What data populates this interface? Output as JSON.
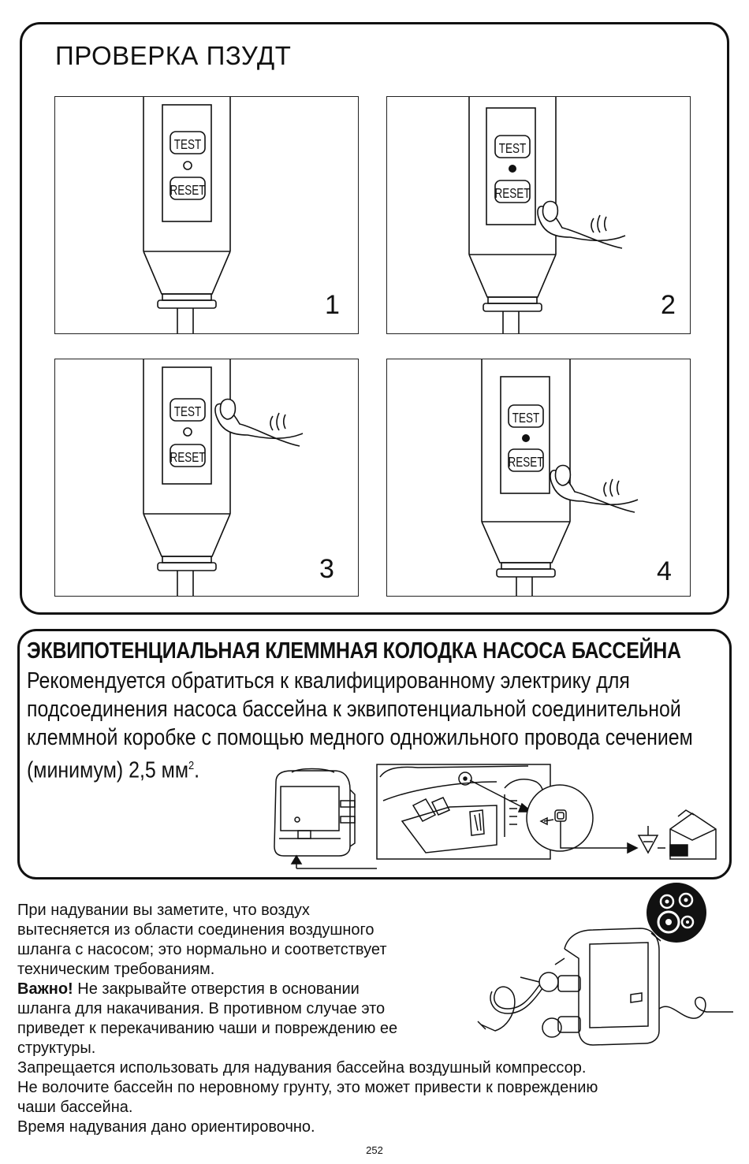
{
  "section1": {
    "title": "ПРОВЕРКА ПЗУДТ",
    "test_label": "TEST",
    "reset_label": "RESET",
    "panels": [
      {
        "number": "1"
      },
      {
        "number": "2"
      },
      {
        "number": "3"
      },
      {
        "number": "4"
      }
    ]
  },
  "section2": {
    "heading": "ЭКВИПОТЕНЦИАЛЬНАЯ КЛЕММНАЯ КОЛОДКА НАСОСА БАССЕЙНА",
    "lines": [
      "Рекомендуется обратиться к квалифицированному электрику для",
      "подсоединения насоса бассейна к эквипотенциальной соединительной",
      "клеммной коробке с помощью медного одножильного провода сечением"
    ],
    "last_line": "(минимум) 2,5 мм",
    "superscript": "2",
    "last_line_end": "."
  },
  "section3": {
    "lines_narrow": [
      "При надувании вы заметите, что воздух",
      "вытесняется из области соединения воздушного",
      "шланга с насосом; это нормально и соответствует",
      "техническим требованиям."
    ],
    "important_label": "Важно!",
    "important_first": " Не закрывайте отверстия в основании",
    "important_rest": [
      "шланга для накачивания. В противном случае это",
      "приведет к перекачиванию чаши и повреждению ее",
      "структуры."
    ],
    "lines_wide": [
      "Запрещается использовать для надувания бассейна воздушный компрессор.",
      "Не волочите бассейн по неровному грунту, это может привести к повреждению",
      "чаши бассейна.",
      "Время надувания дано ориентировочно."
    ]
  },
  "page_number": "252"
}
